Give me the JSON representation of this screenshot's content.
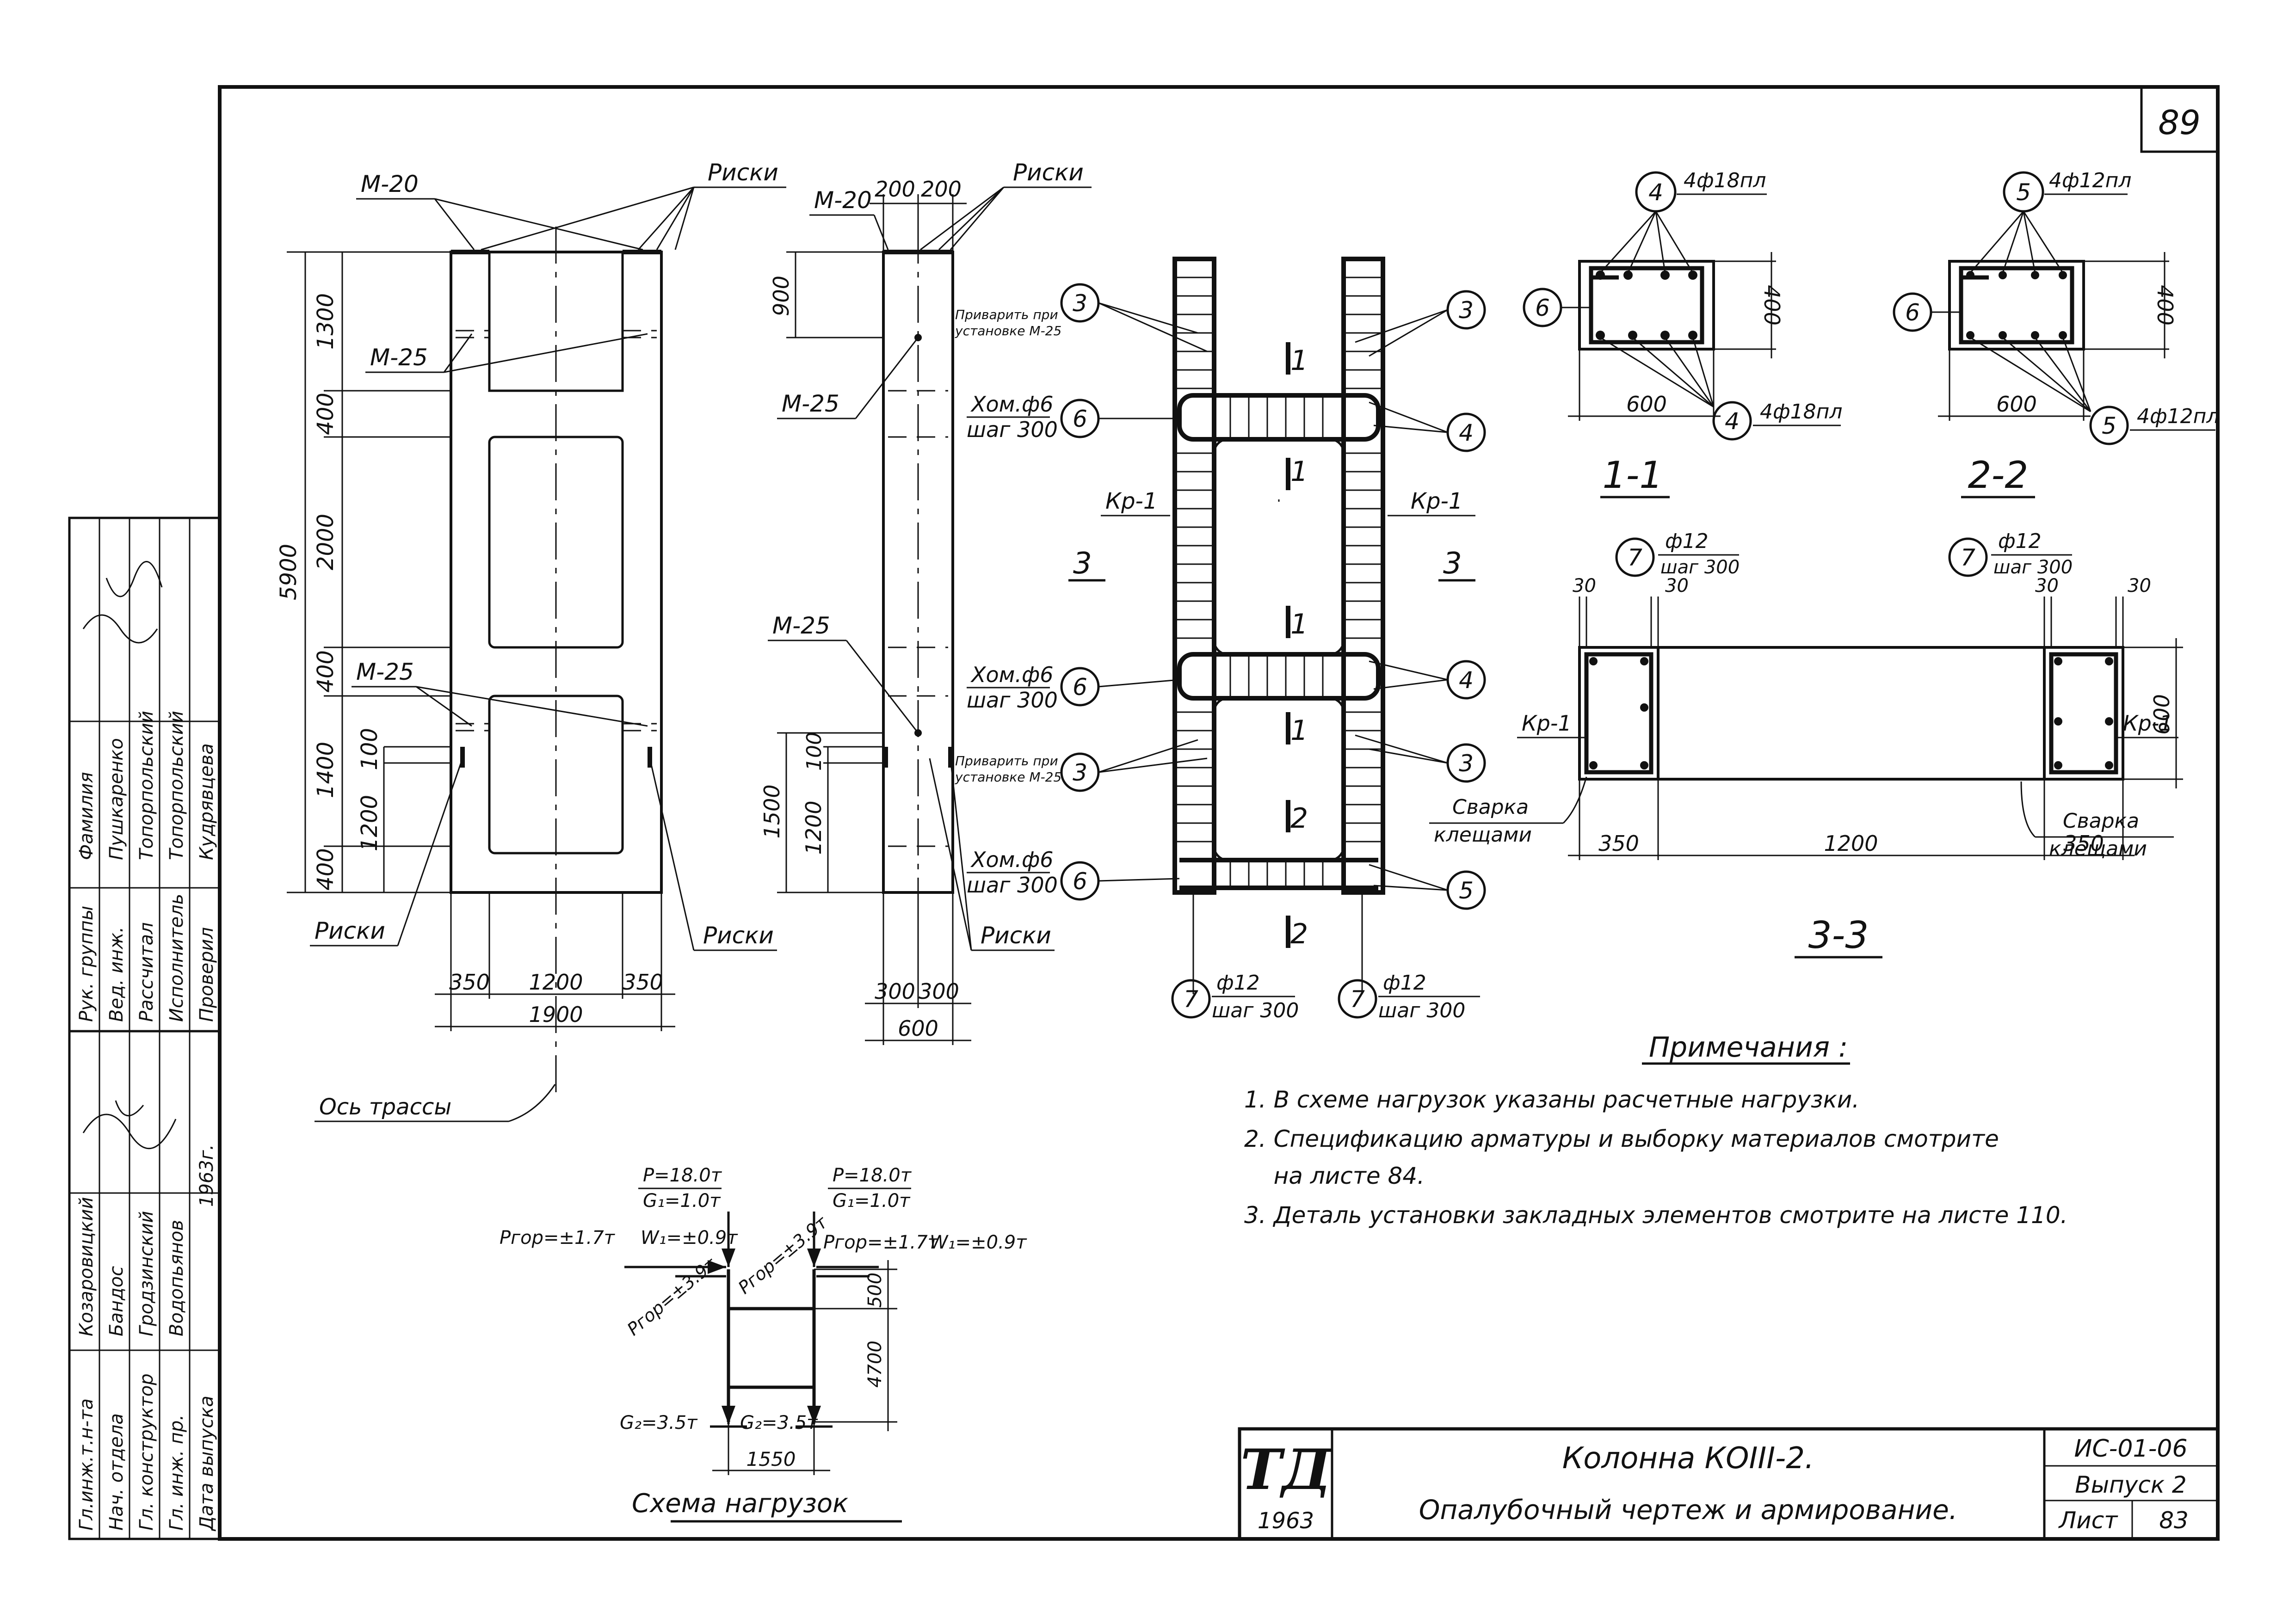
{
  "sheet": {
    "sheet_no_top": "89",
    "title_block": {
      "logo": "ТД",
      "logo_year": "1963",
      "title_line1": "Колонна КОIII-2.",
      "title_line2": "Опалубочный чертеж и армирование.",
      "code": "ИС-01-06",
      "issue": "Выпуск 2",
      "sheet_label": "Лист",
      "sheet_value": "83"
    },
    "stamp": {
      "rows": [
        {
          "role": "Гл.инж.т.н-та",
          "name": "Козаровицкий"
        },
        {
          "role": "Нач. отдела",
          "name": "Бандос"
        },
        {
          "role": "Гл. конструктор",
          "name": "Гродзинский"
        },
        {
          "role": "Гл. инж. пр.",
          "name": "Водопьянов"
        },
        {
          "role": "Дата выпуска",
          "name": "1963г."
        }
      ],
      "rows2": [
        {
          "role": "Рук. группы",
          "name": "Фамилия"
        },
        {
          "role": "Вед. инж.",
          "name": "Пушкаренко"
        },
        {
          "role": "Рассчитал",
          "name": "Топорпольский"
        },
        {
          "role": "Исполнитель",
          "name": "Топорпольский"
        },
        {
          "role": "Проверил",
          "name": "Кудрявцева"
        }
      ]
    }
  },
  "formwork": {
    "m20": "М-20",
    "m25": "М-25",
    "riski": "Риски",
    "dims_left": [
      "1300",
      "400",
      "2000",
      "400",
      "1400",
      "400"
    ],
    "dim_total": "5900",
    "dim_100": "100",
    "dim_1200": "1200",
    "bottom_dims": [
      "350",
      "1200",
      "350"
    ],
    "bottom_total": "1900",
    "axis_label": "Ось трассы"
  },
  "side": {
    "top_dims": [
      "200",
      "200"
    ],
    "dim_900": "900",
    "dim_1500": "1500",
    "dim_100": "100",
    "dim_1200": "1200",
    "bottom_dims": [
      "300",
      "300"
    ],
    "bottom_total": "600",
    "weld_note_1": "Приварить при",
    "weld_note_2": "установке М-25"
  },
  "reinforcement": {
    "marks": [
      "3",
      "4",
      "5",
      "6",
      "7"
    ],
    "stirrup": "Хом.ф6",
    "stirrup_step": "шаг 300",
    "kr": "Кр-1",
    "sec3": "3",
    "sec1": "1",
    "sec2": "2",
    "bar7": "ф12",
    "bar7_step": "шаг 300"
  },
  "sections": {
    "s11": {
      "label": "1-1",
      "bar": "4ф18пл",
      "width": "600",
      "height": "400",
      "mark_top": "4",
      "mark_bottom": "4",
      "mark_side": "6"
    },
    "s22": {
      "label": "2-2",
      "bar": "4ф12пл",
      "width": "600",
      "height": "400",
      "mark_top": "5",
      "mark_bottom": "5",
      "mark_side": "6"
    },
    "s33": {
      "label": "3-3",
      "bar": "ф12",
      "step": "шаг 300",
      "mark": "7",
      "cover": "30",
      "dims": [
        "350",
        "1200",
        "350"
      ],
      "height": "600",
      "kr": "Кр-1",
      "weld1": "Сварка",
      "weld2": "клещами"
    }
  },
  "loads": {
    "title": "Схема нагрузок",
    "p": "P=18.0т",
    "g1": "G₁=1.0т",
    "pgor": "Pгор=±1.7т",
    "pgor2": "Pгор=±3.9т",
    "w": "W₁=±0.9т",
    "g2": "G₂=3.5т",
    "dim_500": "500",
    "dim_4700": "4700",
    "dim_1550": "1550"
  },
  "notes": {
    "title": "Примечания :",
    "items": [
      "1. В схеме нагрузок указаны расчетные нагрузки.",
      "2. Спецификацию арматуры и выборку материалов смотрите",
      "    на листе 84.",
      "3. Деталь установки закладных элементов смотрите на листе 110."
    ]
  }
}
